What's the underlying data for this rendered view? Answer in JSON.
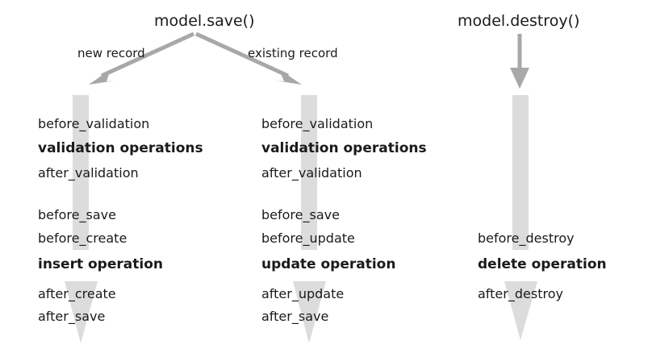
{
  "diagram": {
    "title_save": "model.save()",
    "title_destroy": "model.destroy()",
    "branch_new": "new record",
    "branch_existing": "existing record",
    "colors": {
      "arrow": "#a8a8a8",
      "bar": "#dcdcdc",
      "text": "#1a1a1a",
      "background": "#ffffff"
    },
    "columns": [
      {
        "id": "create",
        "branch_label": "new record",
        "steps": [
          {
            "label": "before_validation",
            "kind": "callback"
          },
          {
            "label": "validation operations",
            "kind": "operation"
          },
          {
            "label": "after_validation",
            "kind": "callback"
          },
          {
            "label": "before_save",
            "kind": "callback"
          },
          {
            "label": "before_create",
            "kind": "callback"
          },
          {
            "label": "insert operation",
            "kind": "operation"
          },
          {
            "label": "after_create",
            "kind": "callback"
          },
          {
            "label": "after_save",
            "kind": "callback"
          }
        ]
      },
      {
        "id": "update",
        "branch_label": "existing record",
        "steps": [
          {
            "label": "before_validation",
            "kind": "callback"
          },
          {
            "label": "validation operations",
            "kind": "operation"
          },
          {
            "label": "after_validation",
            "kind": "callback"
          },
          {
            "label": "before_save",
            "kind": "callback"
          },
          {
            "label": "before_update",
            "kind": "callback"
          },
          {
            "label": "update operation",
            "kind": "operation"
          },
          {
            "label": "after_update",
            "kind": "callback"
          },
          {
            "label": "after_save",
            "kind": "callback"
          }
        ]
      },
      {
        "id": "destroy",
        "branch_label": "",
        "steps": [
          {
            "label": "before_destroy",
            "kind": "callback"
          },
          {
            "label": "delete operation",
            "kind": "operation"
          },
          {
            "label": "after_destroy",
            "kind": "callback"
          }
        ]
      }
    ]
  }
}
